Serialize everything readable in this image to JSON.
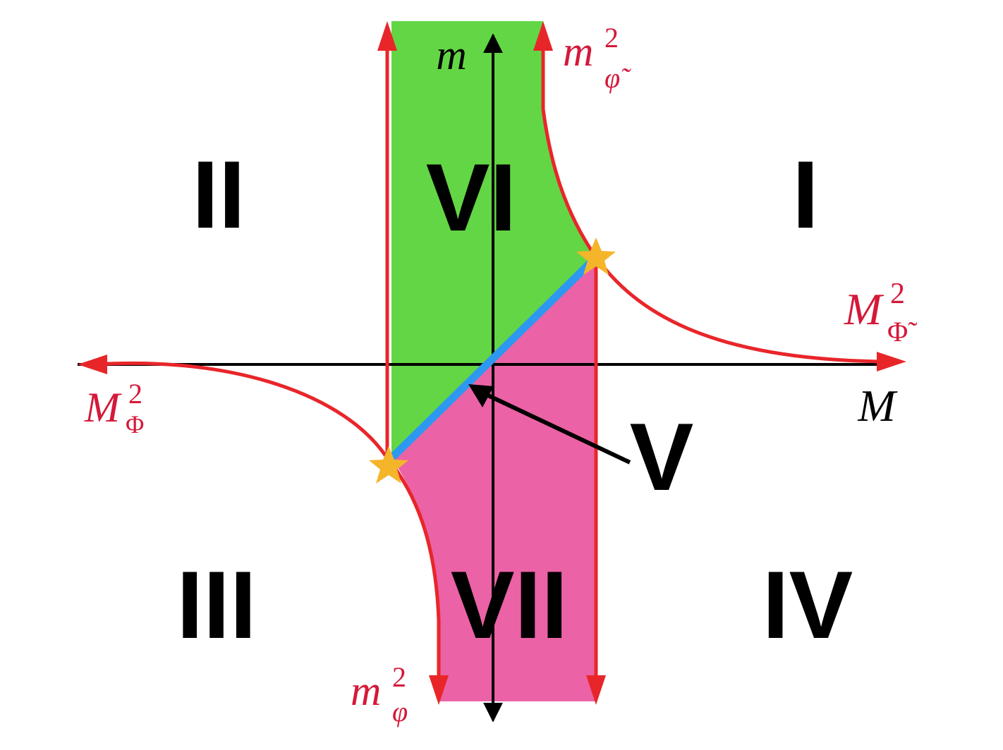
{
  "colors": {
    "green_region": "#63d645",
    "pink_region": "#eb62a6",
    "boundary_red": "#e8262a",
    "diagonal_blue": "#2d98f0",
    "star_gold": "#f5b52a",
    "axis_black": "#000000",
    "label_red": "#d4193a"
  },
  "axes": {
    "horizontal_label": "M",
    "vertical_label": "m"
  },
  "boundaries": {
    "m_phi_tilde": {
      "base": "m",
      "sup": "2",
      "sub": "φ̃"
    },
    "M_Phi_tilde": {
      "base": "M",
      "sup": "2",
      "sub": "Φ̃"
    },
    "M_Phi": {
      "base": "M",
      "sup": "2",
      "sub": "Φ"
    },
    "m_phi": {
      "base": "m",
      "sup": "2",
      "sub": "φ"
    }
  },
  "regions": {
    "I": "I",
    "II": "II",
    "III": "III",
    "IV": "IV",
    "V": "V",
    "VI": "VI",
    "VII": "VII"
  },
  "markers": [
    "star-icon",
    "star-icon"
  ]
}
